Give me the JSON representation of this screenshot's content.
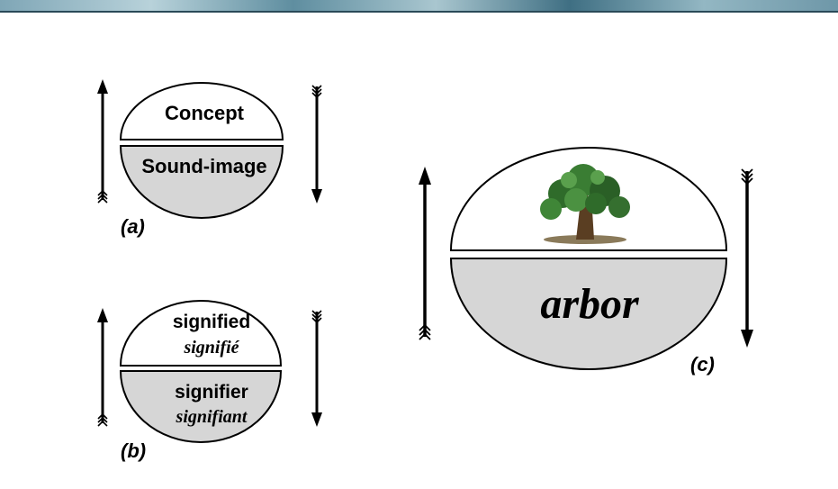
{
  "diagram_a": {
    "top_label": "Concept",
    "bottom_label": "Sound-image",
    "caption": "(a)"
  },
  "diagram_b": {
    "top_label": "signified",
    "top_label_fr": "signifié",
    "bottom_label": "signifier",
    "bottom_label_fr": "signifiant",
    "caption": "(b)"
  },
  "diagram_c": {
    "top_image": "tree-icon",
    "bottom_label": "arbor",
    "caption": "(c)"
  },
  "colors": {
    "outline": "#000000",
    "top_fill": "#ffffff",
    "bottom_fill": "#d6d6d6",
    "banner": "#6e97a8"
  }
}
